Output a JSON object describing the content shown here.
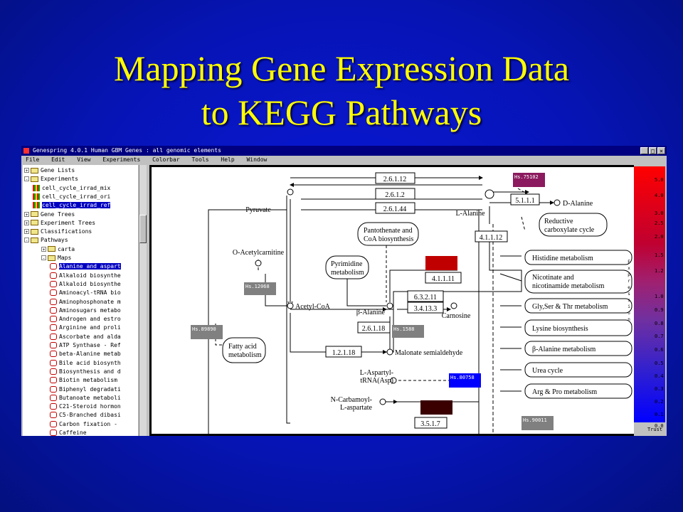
{
  "slide": {
    "title_line1": "Mapping Gene Expression Data",
    "title_line2": "to KEGG Pathways"
  },
  "colors": {
    "slide_bg": "#0614b6",
    "title": "#ffff00",
    "titlebar": "#000080",
    "selection": "#0000c0"
  },
  "window": {
    "title": "Genespring 4.0.1  Human GBM  Genes : all genomic elements",
    "controls": [
      "_",
      "□",
      "×"
    ],
    "menu": [
      "File",
      "Edit",
      "View",
      "Experiments",
      "Colorbar",
      "Tools",
      "Help",
      "Window"
    ]
  },
  "tree": [
    {
      "label": "Gene Lists",
      "type": "folder",
      "toggle": "+"
    },
    {
      "label": "Experiments",
      "type": "folder",
      "toggle": "-"
    },
    {
      "label": "cell_cycle_irrad_mix",
      "type": "exp"
    },
    {
      "label": "cell_cycle_irrad_ori",
      "type": "exp"
    },
    {
      "label": "cell_cycle_irrad_ref",
      "type": "exp",
      "selected": true
    },
    {
      "label": "Gene Trees",
      "type": "folder",
      "toggle": "+"
    },
    {
      "label": "Experiment Trees",
      "type": "folder",
      "toggle": "+"
    },
    {
      "label": "Classifications",
      "type": "folder",
      "toggle": "+"
    },
    {
      "label": "Pathways",
      "type": "folder",
      "toggle": "-"
    },
    {
      "label": "carta",
      "type": "folder",
      "toggle": "+"
    },
    {
      "label": "Maps",
      "type": "folder",
      "toggle": "-"
    },
    {
      "label": "Alanine and aspart",
      "type": "map",
      "selected": true
    },
    {
      "label": "Alkaloid biosynthe",
      "type": "map"
    },
    {
      "label": "Alkaloid biosynthe",
      "type": "map"
    },
    {
      "label": "Aminoacyl-tRNA bio",
      "type": "map"
    },
    {
      "label": "Aminophosphonate m",
      "type": "map"
    },
    {
      "label": "Aminosugars metabo",
      "type": "map"
    },
    {
      "label": "Androgen and estro",
      "type": "map"
    },
    {
      "label": "Arginine and proli",
      "type": "map"
    },
    {
      "label": "Ascorbate and alda",
      "type": "map"
    },
    {
      "label": "ATP Synthase - Ref",
      "type": "map"
    },
    {
      "label": "beta-Alanine metab",
      "type": "map"
    },
    {
      "label": "Bile acid biosynth",
      "type": "map"
    },
    {
      "label": "Biosynthesis and d",
      "type": "map"
    },
    {
      "label": "Biotin metabolism",
      "type": "map"
    },
    {
      "label": "Biphenyl degradati",
      "type": "map"
    },
    {
      "label": "Butanoate metaboli",
      "type": "map"
    },
    {
      "label": "C21-Steroid hormon",
      "type": "map"
    },
    {
      "label": "C5-Branched dibasi",
      "type": "map"
    },
    {
      "label": "Carbon fixation -",
      "type": "map"
    },
    {
      "label": "Caffeine",
      "type": "map"
    }
  ],
  "pathway": {
    "enzymes": [
      "2.6.1.12",
      "2.6.1.2",
      "2.6.1.44",
      "5.1.1.1",
      "4.1.1.12",
      "4.1.1.11",
      "6.3.2.11",
      "3.4.13.3",
      "2.6.1.18",
      "1.2.1.18",
      "3.5.1.7"
    ],
    "compounds": [
      "Pyruvate",
      "L-Alanine",
      "D-Alanine",
      "O-Acetylcarnitine",
      "Acetyl-CoA",
      "β-Alanine",
      "Carnosine",
      "Malonate semialdehyde",
      "L-Aspartyl-tRNA(Asp)",
      "N-Carbamoyl-L-aspartate"
    ],
    "compound_lines": {
      "aspartyl": [
        "L-Aspartyl-",
        "tRNA(Asp)"
      ],
      "carbamoyl": [
        "N-Carbamoyl-",
        "L-aspartate"
      ]
    },
    "maps": [
      [
        "Reductive",
        "carboxylate cycle"
      ],
      [
        "Pantothenate and",
        "CoA biosynthesis"
      ],
      [
        "Pyrimidine",
        "metabolism"
      ],
      [
        "Fatty acid",
        "metabolism"
      ]
    ],
    "side_maps": [
      [
        "Histidine metabolism"
      ],
      [
        "Nicotinate and",
        "nicotinamide metabolism"
      ],
      [
        "Gly,Ser & Thr metabolism"
      ],
      [
        "Lysine biosynthesis"
      ],
      [
        "β-Alanine metabolism"
      ],
      [
        "Urea cycle"
      ],
      [
        "Arg & Pro metabolism"
      ]
    ],
    "genes": [
      {
        "id": "Hs.75102",
        "color": "#8b1a5e"
      },
      {
        "id": "Hs.12068",
        "color": "#808080"
      },
      {
        "id": "Hs.89890",
        "color": "#808080"
      },
      {
        "id": "Hs.1588",
        "color": "#808080"
      },
      {
        "id": "Hs.80758",
        "color": "#0000ff"
      },
      {
        "id": "Hs.90011",
        "color": "#808080"
      }
    ],
    "expr_boxes": [
      {
        "color": "#c00000"
      },
      {
        "color": "#3a0000"
      }
    ]
  },
  "colorbar": {
    "ticks": [
      "5.0",
      "4.0",
      "3.0",
      "2.5",
      "2.0",
      "1.5",
      "1.2",
      "1.0",
      "0.9",
      "0.8",
      "0.7",
      "0.6",
      "0.5",
      "0.4",
      "0.3",
      "0.2",
      "0.1",
      "0.0"
    ],
    "label": "Expression",
    "trust": "Trust"
  }
}
